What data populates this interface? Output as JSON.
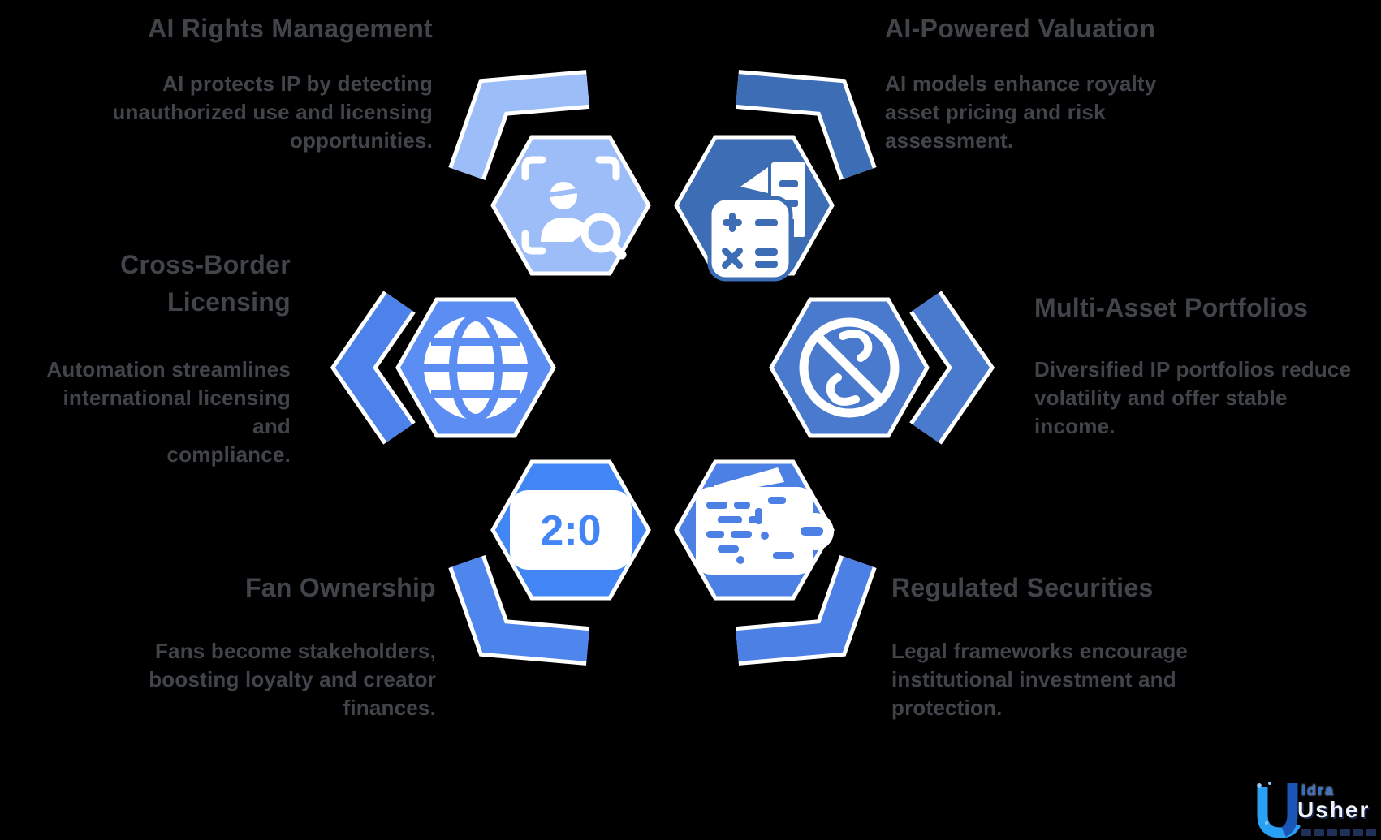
{
  "background_color": "#000000",
  "text_color": "#41454a",
  "features": [
    {
      "id": "ai-rights-management",
      "title": "AI Rights Management",
      "description": "AI protects IP by detecting\nunauthorized use and licensing\nopportunities.",
      "icon": "face-scan-search-icon",
      "hex_color": "#9dbdf8"
    },
    {
      "id": "ai-powered-valuation",
      "title": "AI-Powered Valuation",
      "description": "AI models enhance royalty\nasset pricing and risk\nassessment.",
      "icon": "calculator-building-icon",
      "hex_color": "#3d6db4"
    },
    {
      "id": "cross-border-licensing",
      "title": "Cross-Border\nLicensing",
      "description": "Automation streamlines\ninternational licensing and\ncompliance.",
      "icon": "globe-icon",
      "hex_color": "#5b8df2"
    },
    {
      "id": "multi-asset-portfolios",
      "title": "Multi-Asset Portfolios",
      "description": "Diversified IP portfolios reduce\nvolatility and offer stable\nincome.",
      "icon": "no-sign-icon",
      "hex_color": "#4a7ace"
    },
    {
      "id": "fan-ownership",
      "title": "Fan Ownership",
      "description": "Fans become stakeholders,\nboosting loyalty and creator\nfinances.",
      "icon": "scoreboard-icon",
      "hex_color": "#4285f4",
      "badge": "2:0"
    },
    {
      "id": "regulated-securities",
      "title": "Regulated Securities",
      "description": "Legal frameworks encourage\ninstitutional investment and\nprotection.",
      "icon": "digital-wallet-icon",
      "hex_color": "#4d80e4"
    }
  ],
  "arrow_colors": {
    "top_left_arc": "#9dbdf8",
    "top_right_arc": "#3d6db4",
    "bottom_left_arc": "#4f86ee",
    "bottom_right_arc": "#4d80e4",
    "left_chevron": "#4c82ea",
    "right_chevron": "#4a7ace"
  },
  "logo": {
    "partial_word": "ldra",
    "brand": "Usher",
    "u_light_color": "#2aa0f4",
    "u_dark_color": "#1c55b8"
  }
}
